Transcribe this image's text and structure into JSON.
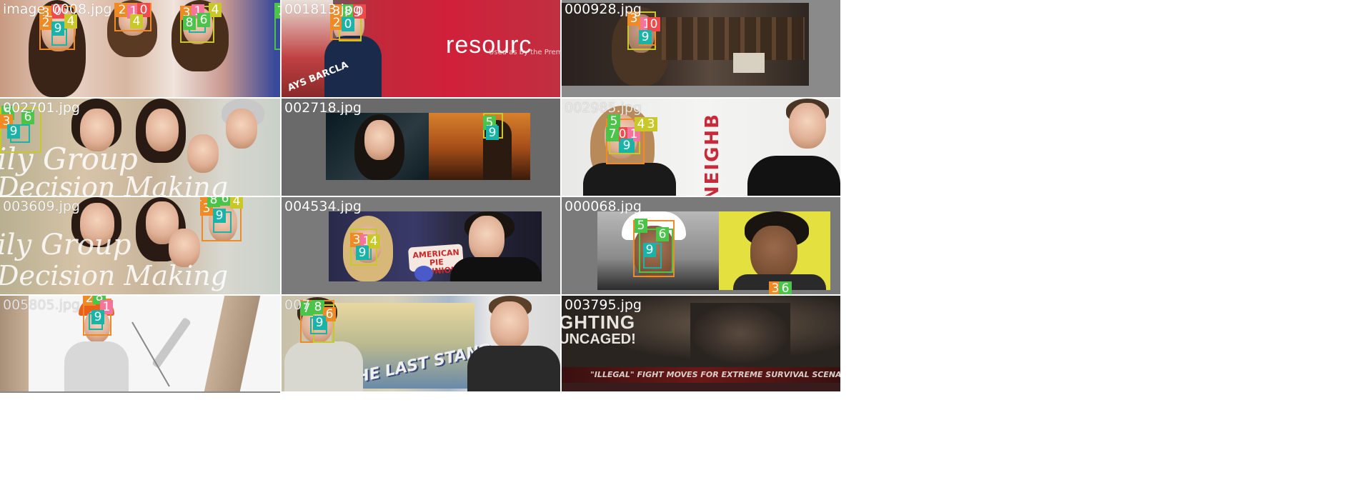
{
  "tiles": [
    {
      "filename": "image_0008.jpg",
      "labels": [
        "3",
        "0",
        "2",
        "1",
        "0",
        "9",
        "4",
        "3",
        "1",
        "4",
        "8",
        "6",
        "7"
      ]
    },
    {
      "filename": "001813.jpg",
      "labels": [
        "3",
        "8",
        "0",
        "2",
        "0"
      ],
      "banner_text": "resourc",
      "banner_sub": "Used as by the Premiersh",
      "sign_text": "AYS BARCLA"
    },
    {
      "filename": "000928.jpg",
      "labels": [
        "3",
        "1",
        "0",
        "9"
      ]
    },
    {
      "filename": "002701.jpg",
      "labels": [
        "5",
        "3",
        "9",
        "6"
      ],
      "script_line1": "ily Group",
      "script_line2": "Decision Making"
    },
    {
      "filename": "002718.jpg",
      "labels": [
        "5",
        "9"
      ]
    },
    {
      "filename": "002985.jpg",
      "labels": [
        "5",
        "0",
        "1",
        "7",
        "4",
        "3",
        "9"
      ],
      "sign_text": "NEIGHB"
    },
    {
      "filename": "003609.jpg",
      "labels": [
        "2",
        "3",
        "8",
        "6",
        "4",
        "9"
      ],
      "script_line1": "ily Group",
      "script_line2": "Decision Making"
    },
    {
      "filename": "004534.jpg",
      "labels": [
        "3",
        "1",
        "4",
        "9"
      ],
      "sign_text": "AMERICAN PIE REUNION"
    },
    {
      "filename": "000068.jpg",
      "labels": [
        "5",
        "6",
        "9",
        "3",
        "6"
      ]
    },
    {
      "filename": "005805.jpg",
      "labels": [
        "2",
        "8",
        "1",
        "9"
      ]
    },
    {
      "filename": "007",
      "labels": [
        "7",
        "8",
        "6",
        "9"
      ],
      "poster_text": "THE LAST STAND"
    },
    {
      "filename": "003795.jpg",
      "labels": [],
      "poster_title": "GHTING",
      "poster_sub": "UNCAGED!",
      "poster_tag": "\"ILLEGAL\" FIGHT MOVES FOR EXTREME SURVIVAL SCENARIOS"
    }
  ]
}
